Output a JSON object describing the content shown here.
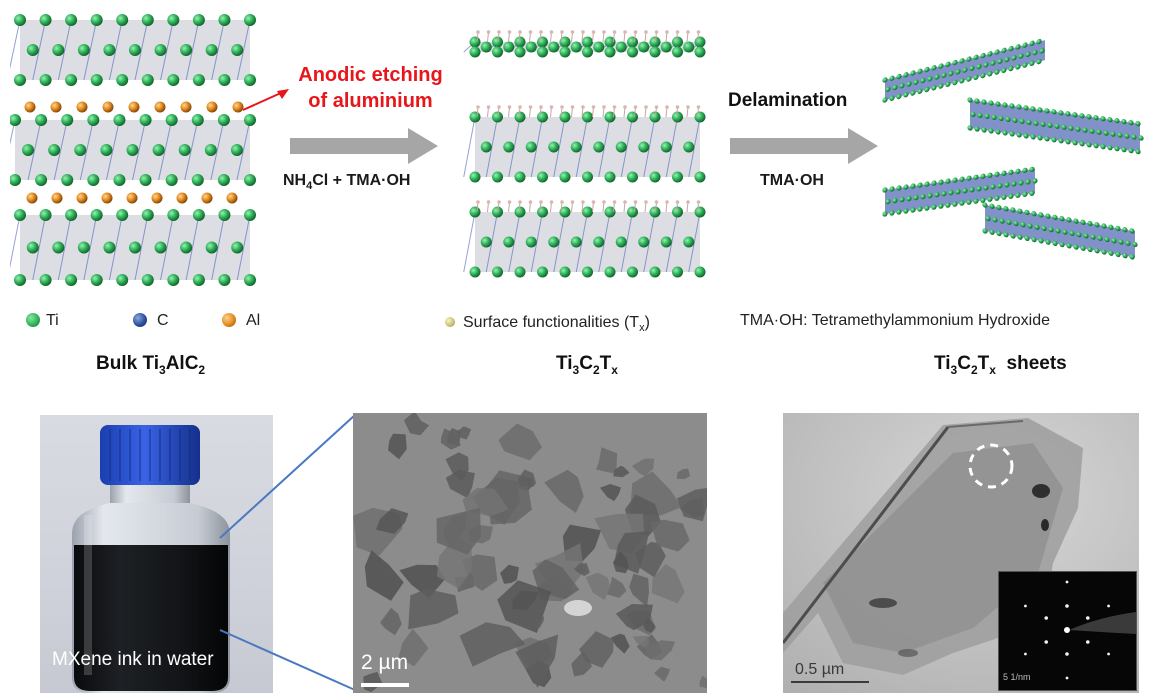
{
  "top": {
    "step1": {
      "line1": "Anodic etching",
      "line2": "of aluminium",
      "reagent_main": "NH",
      "reagent_sub": "4",
      "reagent_rest": "Cl + TMA·OH"
    },
    "step2": {
      "label": "Delamination",
      "reagent": "TMA·OH"
    },
    "legend": {
      "ti": "Ti",
      "c": "C",
      "al": "Al",
      "surface_main": "Surface functionalities (T",
      "surface_sub": "x",
      "surface_end": ")",
      "tma": "TMA·OH: Tetramethylammonium Hydroxide"
    },
    "titles": {
      "bulk": {
        "a": "Bulk Ti",
        "b": "3",
        "c": "AlC",
        "d": "2"
      },
      "mxene": {
        "a": "Ti",
        "b": "3",
        "c": "C",
        "d": "2",
        "e": "T",
        "f": "x"
      },
      "sheets": {
        "a": "Ti",
        "b": "3",
        "c": "C",
        "d": "2",
        "e": "T",
        "f": "x",
        "g": "sheets"
      }
    },
    "colors": {
      "ti": "#2fb35a",
      "c": "#2d4f9a",
      "al": "#e38b1e",
      "arrow": "#a6a6a6",
      "red": "#e8151b"
    }
  },
  "bottom": {
    "photo_caption": "MXene ink in water",
    "sem_scale": "2 µm",
    "tem_scale": "0.5 µm",
    "saed_scale": "5 1/nm"
  }
}
